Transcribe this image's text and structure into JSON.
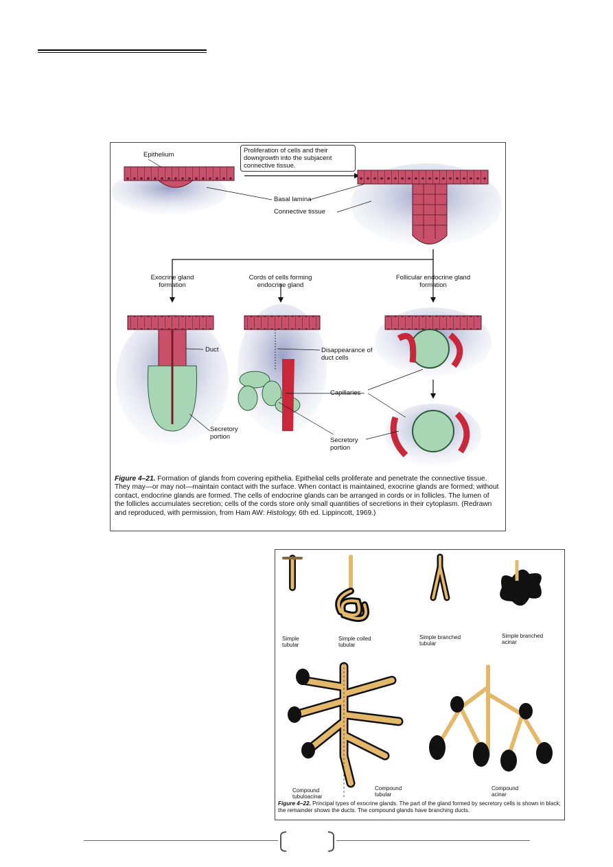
{
  "fig21": {
    "callout": "Proliferation of cells and their downgrowth into the subjacent connective tissue.",
    "labels": {
      "epithelium": "Epithelium",
      "basal_lamina": "Basal lamina",
      "connective_tissue": "Connective tissue",
      "exocrine": "Exocrine gland formation",
      "cords": "Cords of cells forming endocrine gland",
      "follicular": "Follicular endocrine gland formation",
      "duct": "Duct",
      "disappearance": "Disappearance of duct cells",
      "capillaries": "Capillaries",
      "secretory1": "Secretory portion",
      "secretory2": "Secretory portion"
    },
    "caption": {
      "number": "Figure 4–21.",
      "body": "Formation of glands from covering epithelia. Epithelial cells proliferate and penetrate the connective tissue. They may—or may not—maintain contact with the surface. When contact is maintained, exocrine glands are formed; without contact, endocrine glands are formed. The cells of endocrine glands can be arranged in cords or in follicles. The lumen of the follicles accumulates secretion; cells of the cords store only small quantities of secretions in their cytoplasm.",
      "credit_pre": "(Redrawn and reproduced, with permission, from Ham AW: ",
      "credit_italic": "Histology,",
      "credit_post": " 6th ed. Lippincott, 1969.)"
    }
  },
  "fig22": {
    "labels": {
      "simple_tubular": "Simple tubular",
      "simple_coiled": "Simple coiled tubular",
      "simple_branched_tubular": "Simple branched tubular",
      "simple_branched_acinar": "Simple branched acinar",
      "compound_tubuloacinar": "Compound tubuloacinar",
      "compound_tubular": "Compound tubular",
      "compound_acinar": "Compound acinar"
    },
    "caption": {
      "number": "Figure 4–22.",
      "body": "Principal types of exocrine glands. The part of the gland formed by secretory cells is shown in black; the remainder shows the ducts. The compound glands have branching ducts."
    }
  },
  "colors": {
    "epithelium": "#c8506a",
    "connective": "#b7bcd8",
    "secretory_green": "#a8d6b4",
    "capillary": "#c8283a",
    "duct_tan": "#e4b86a"
  }
}
